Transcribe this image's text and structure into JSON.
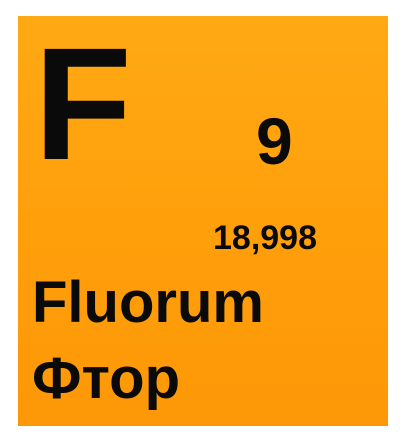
{
  "element": {
    "symbol": "F",
    "atomic_number": "9",
    "atomic_mass": "18,998",
    "name_latin": "Fluorum",
    "name_russian": "Фтор"
  },
  "colors": {
    "tile_background": "#ffa30d",
    "text": "#0a0a0a"
  }
}
